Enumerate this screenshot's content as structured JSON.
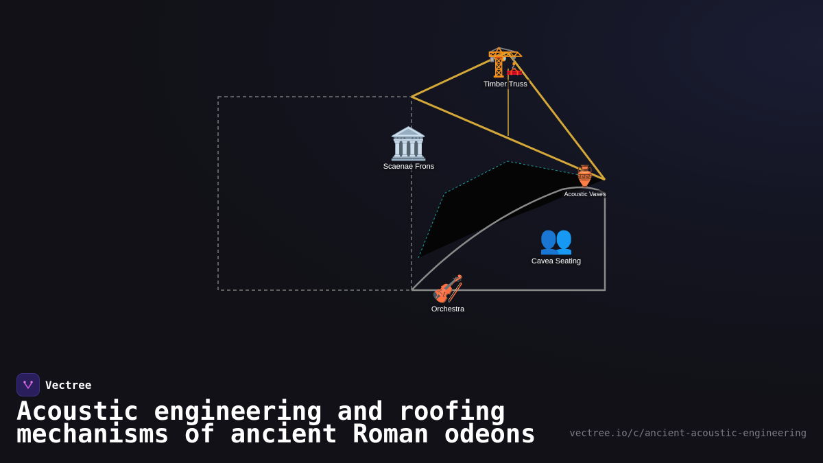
{
  "brand": {
    "name": "Vectree",
    "logo_icon": "vectree-logo-icon",
    "accent": "#2a1f5c"
  },
  "title": "Acoustic engineering and roofing mechanisms of ancient Roman odeons",
  "url": "vectree.io/c/ancient-acoustic-engineering",
  "diagram": {
    "colors": {
      "truss": "#d4a838",
      "outline": "#8a8a8a",
      "dashed_box": "#7a7a7a",
      "teal_sightline": "#1fa3a3",
      "shadow": "#050505"
    },
    "nodes": {
      "timber_truss": {
        "label": "Timber Truss",
        "icon": "🏗️",
        "icon_name": "construction-crane-icon"
      },
      "scaenae_frons": {
        "label": "Scaenae Frons",
        "icon": "🏛️",
        "icon_name": "classical-building-icon"
      },
      "acoustic_vases": {
        "label": "Acoustic Vases",
        "icon": "🏺",
        "icon_name": "amphora-icon"
      },
      "cavea_seating": {
        "label": "Cavea Seating",
        "icon": "👥",
        "icon_name": "people-icon"
      },
      "orchestra": {
        "label": "Orchestra",
        "icon": "🎻",
        "icon_name": "violin-icon"
      }
    }
  }
}
